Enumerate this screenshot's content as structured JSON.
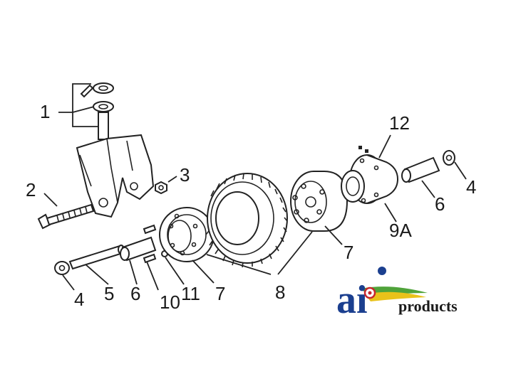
{
  "callouts": {
    "c1": "1",
    "c2": "2",
    "c3": "3",
    "c4a": "4",
    "c4b": "4",
    "c5": "5",
    "c6a": "6",
    "c6b": "6",
    "c7a": "7",
    "c7b": "7",
    "c8": "8",
    "c9a": "9A",
    "c10": "10",
    "c11": "11",
    "c12": "12"
  },
  "logo": {
    "mark": "ai",
    "wordmark": "products",
    "colors": {
      "blue": "#1b3f8f",
      "green": "#4fa33a",
      "yellow": "#e9c21a",
      "red": "#c7262c"
    }
  }
}
